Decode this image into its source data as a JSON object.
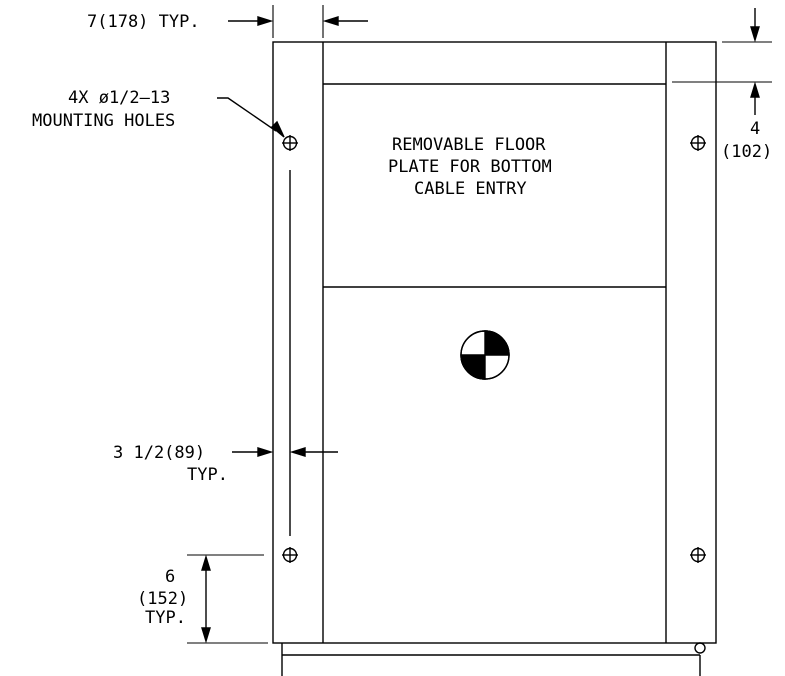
{
  "labels": {
    "typ_width": "7(178) TYP.",
    "mounting_line1": "4X ø1/2–13",
    "mounting_line2": "MOUNTING HOLES",
    "floor_line1": "REMOVABLE FLOOR",
    "floor_line2": "PLATE FOR BOTTOM",
    "floor_line3": "CABLE ENTRY",
    "right_dim_line1": "4",
    "right_dim_line2": "(102)",
    "left_inset_line1": "3 1/2(89)",
    "left_inset_line2": "TYP.",
    "bottom_dim_line1": "6",
    "bottom_dim_line2": "(152)",
    "bottom_dim_line3": "TYP.",
    "cg": "CG"
  }
}
